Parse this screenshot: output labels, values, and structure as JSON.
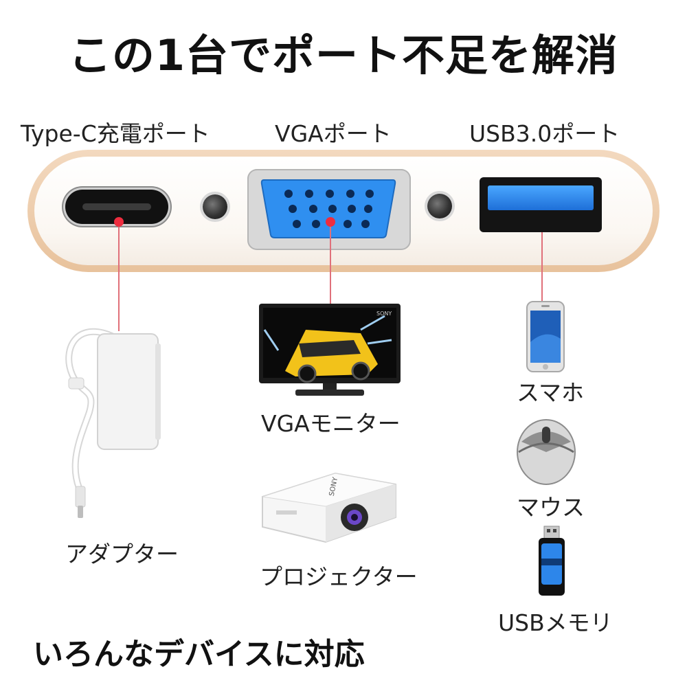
{
  "title": "この1台でポート不足を解消",
  "ports": {
    "typec": "Type-C充電ポート",
    "vga": "VGAポート",
    "usb": "USB3.0ポート"
  },
  "devices": {
    "adapter": "アダプター",
    "monitor": "VGAモニター",
    "projector": "プロジェクター",
    "phone": "スマホ",
    "mouse": "マウス",
    "usb_stick": "USBメモリ"
  },
  "monitor_brand": "SONY",
  "projector_brand": "SONY",
  "footer": "いろんなデバイスに対応",
  "colors": {
    "vga_blue": "#2f8ff0",
    "usb_blue": "#2d86ea",
    "marker_red": "#ee2d3f",
    "hub_gold": "#e8c29c"
  }
}
